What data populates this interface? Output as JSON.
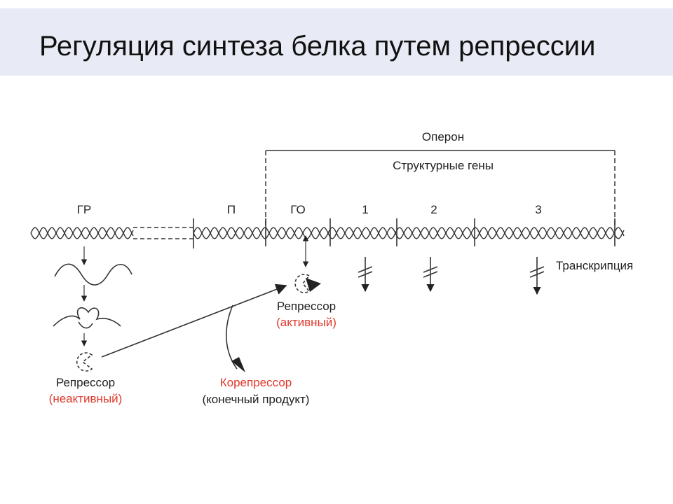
{
  "slide": {
    "title": "Регуляция синтеза белка путем репрессии"
  },
  "diagram": {
    "operon": "Оперон",
    "structural_genes": "Структурные гены",
    "segments": {
      "regulator_gene": "ГР",
      "promoter": "П",
      "operator": "ГО",
      "gene1": "1",
      "gene2": "2",
      "gene3": "3"
    },
    "transcription": "Транскрипция",
    "repressor_active": {
      "name": "Репрессор",
      "state": "(активный)"
    },
    "repressor_inactive": {
      "name": "Репрессор",
      "state": "(неактивный)"
    },
    "corepressor": {
      "name": "Корепрессор",
      "note": "(конечный продукт)"
    },
    "colors": {
      "state_text": "#e0392b",
      "title_band": "#e8ebf5"
    }
  }
}
